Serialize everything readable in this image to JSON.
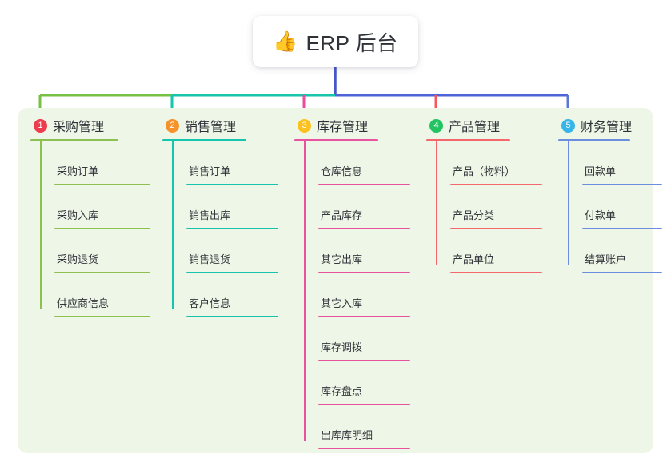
{
  "root": {
    "icon": "thumbs-up-icon",
    "emoji": "👍",
    "title": "ERP 后台"
  },
  "palette": {
    "canvas_bg": "#eef7e7",
    "card_bg": "#ffffff",
    "text": "#2f3238",
    "trunk_blue": "#4657c8",
    "bus_green": "#76c044",
    "bus_teal": "#16c5ab",
    "bus_blue": "#4f63d8"
  },
  "columns": [
    {
      "number": "1",
      "title": "采购管理",
      "badge_color": "#ef3b4e",
      "line_color": "#8cc152",
      "drop_color": "#76c044",
      "items": [
        "采购订单",
        "采购入库",
        "采购退货",
        "供应商信息"
      ]
    },
    {
      "number": "2",
      "title": "销售管理",
      "badge_color": "#f6922a",
      "line_color": "#16c5ab",
      "drop_color": "#16c5ab",
      "items": [
        "销售订单",
        "销售出库",
        "销售退货",
        "客户信息"
      ]
    },
    {
      "number": "3",
      "title": "库存管理",
      "badge_color": "#fcc11e",
      "line_color": "#e8539e",
      "drop_color": "#ed4c9c",
      "items": [
        "仓库信息",
        "产品库存",
        "其它出库",
        "其它入库",
        "库存调拨",
        "库存盘点",
        "出库库明细"
      ]
    },
    {
      "number": "4",
      "title": "产品管理",
      "badge_color": "#23c362",
      "line_color": "#f4686b",
      "drop_color": "#f4575c",
      "items": [
        "产品（物料）",
        "产品分类",
        "产品单位"
      ]
    },
    {
      "number": "5",
      "title": "财务管理",
      "badge_color": "#37b5e8",
      "line_color": "#6c8ede",
      "drop_color": "#5b78d8",
      "items": [
        "回款单",
        "付款单",
        "结算账户"
      ]
    }
  ]
}
